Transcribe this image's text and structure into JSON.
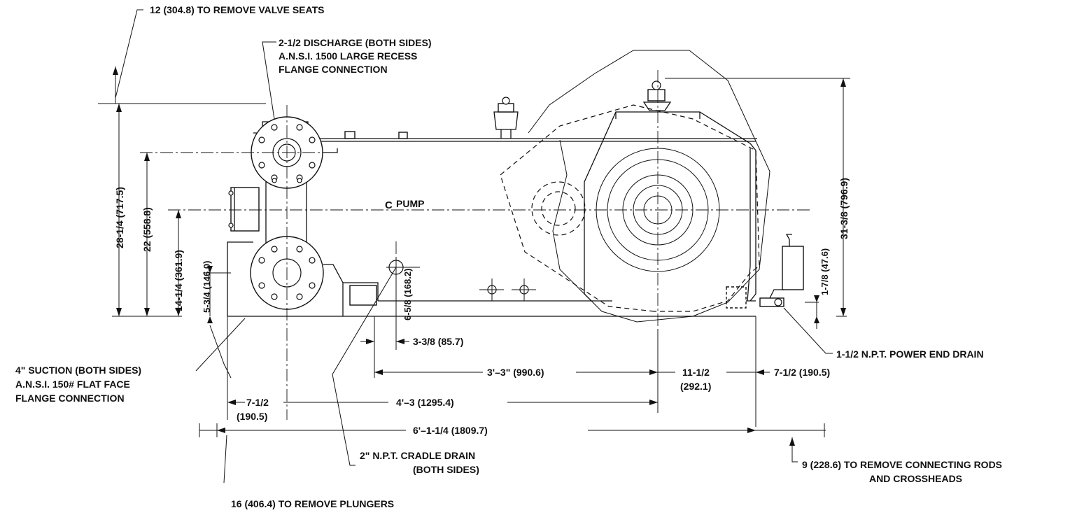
{
  "callouts": {
    "valve_seats": "12 (304.8)  TO REMOVE VALVE SEATS",
    "discharge_line1": "2-1/2 DISCHARGE (BOTH SIDES)",
    "discharge_line2": "A.N.S.I. 1500 LARGE RECESS",
    "discharge_line3": "FLANGE CONNECTION",
    "suction_line1": "4\" SUCTION (BOTH SIDES)",
    "suction_line2": "A.N.S.I. 150# FLAT FACE",
    "suction_line3": "FLANGE CONNECTION",
    "cradle_drain_line1": "2\" N.P.T. CRADLE DRAIN",
    "cradle_drain_line2": "(BOTH SIDES)",
    "plungers": "16 (406.4) TO REMOVE PLUNGERS",
    "rods_line1": "9 (228.6) TO REMOVE CONNECTING RODS",
    "rods_line2": "AND CROSSHEADS",
    "power_end_drain": "1-1/2 N.P.T. POWER END DRAIN",
    "pump_centerline": "PUMP",
    "centerline_symbol": "C"
  },
  "dimensions": {
    "overall_height": "28-1/4 (717.5)",
    "discharge_height": "22 (558.8)",
    "centerline_height": "14-1/4 (361.9)",
    "suction_height": "5-3/4 (146.0)",
    "cradle_drain_height": "6-5/8 (168.2)",
    "cradle_drain_offset": "3-3/8 (85.7)",
    "drain_to_shaft": "3'–3\" (990.6)",
    "shaft_to_end_a": "11-1/2",
    "shaft_to_end_b": "(292.1)",
    "end_to_base": "7-1/2 (190.5)",
    "suction_offset_a": "7-1/2",
    "suction_offset_b": "(190.5)",
    "suction_to_shaft": "4'–3 (1295.4)",
    "overall_length": "6'–1-1/4 (1809.7)",
    "power_drain_height": "1-7/8 (47.6)",
    "power_end_height": "31-3/8 (796.9)"
  },
  "colors": {
    "ink": "#111111",
    "paper": "#ffffff"
  }
}
